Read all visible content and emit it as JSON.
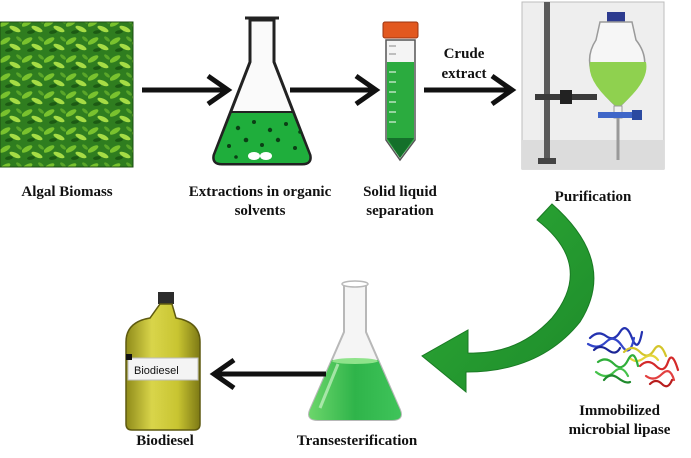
{
  "steps": {
    "algal_biomass": "Algal Biomass",
    "extraction": {
      "line1": "Extractions in organic",
      "line2": "solvents"
    },
    "separation": {
      "line1": "Solid liquid",
      "line2": "separation"
    },
    "crude_extract": {
      "line1": "Crude",
      "line2": "extract"
    },
    "purification": "Purification",
    "lipase": {
      "line1": "Immobilized",
      "line2": "microbial lipase"
    },
    "transesterification": "Transesterification",
    "biodiesel": "Biodiesel"
  },
  "bottle_label": "Biodiesel",
  "icons": [
    "algae-photo",
    "erlenmeyer-flask-icon",
    "centrifuge-tube-icon",
    "separatory-funnel-icon",
    "enzyme-protein-icon",
    "conical-flask-icon",
    "biodiesel-bottle-icon"
  ],
  "colors": {
    "green": "#2fae3a",
    "dark_green": "#1f7a2a",
    "arrow": "#111111",
    "tube_cap": "#e2581f",
    "oil": "#c8c431"
  }
}
